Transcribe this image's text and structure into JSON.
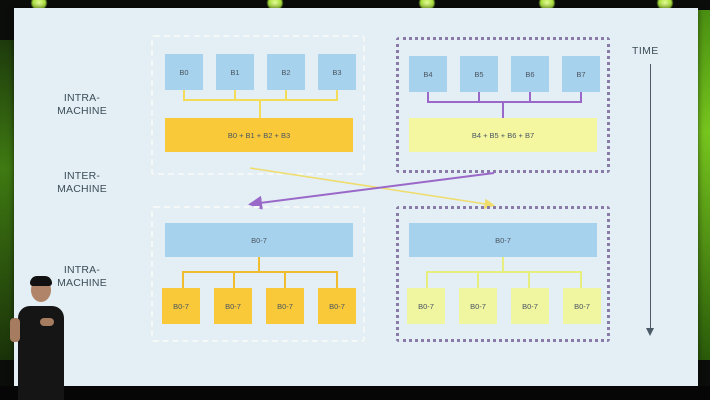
{
  "labels": {
    "intra_top": "INTRA-\nMACHINE",
    "inter": "INTER-\nMACHINE",
    "intra_bottom": "INTRA-\nMACHINE",
    "time": "TIME"
  },
  "machine_a": {
    "buffers": [
      "B0",
      "B1",
      "B2",
      "B3"
    ],
    "reduce_label": "B0 + B1 + B2 + B3",
    "gathered_label": "B0-7",
    "outputs": [
      "B0-7",
      "B0-7",
      "B0-7",
      "B0-7"
    ]
  },
  "machine_b": {
    "buffers": [
      "B4",
      "B5",
      "B6",
      "B7"
    ],
    "reduce_label": "B4 + B5 + B6 + B7",
    "gathered_label": "B0-7",
    "outputs": [
      "B0-7",
      "B0-7",
      "B0-7",
      "B0-7"
    ]
  },
  "colors": {
    "screen": "#e3eff5",
    "buffer_blue": "#a7d2ee",
    "reduce_orange": "#f9c93a",
    "reduce_yellow": "#f4f7a0",
    "purple": "#9a68c8",
    "stage_green": "#77c51e"
  }
}
